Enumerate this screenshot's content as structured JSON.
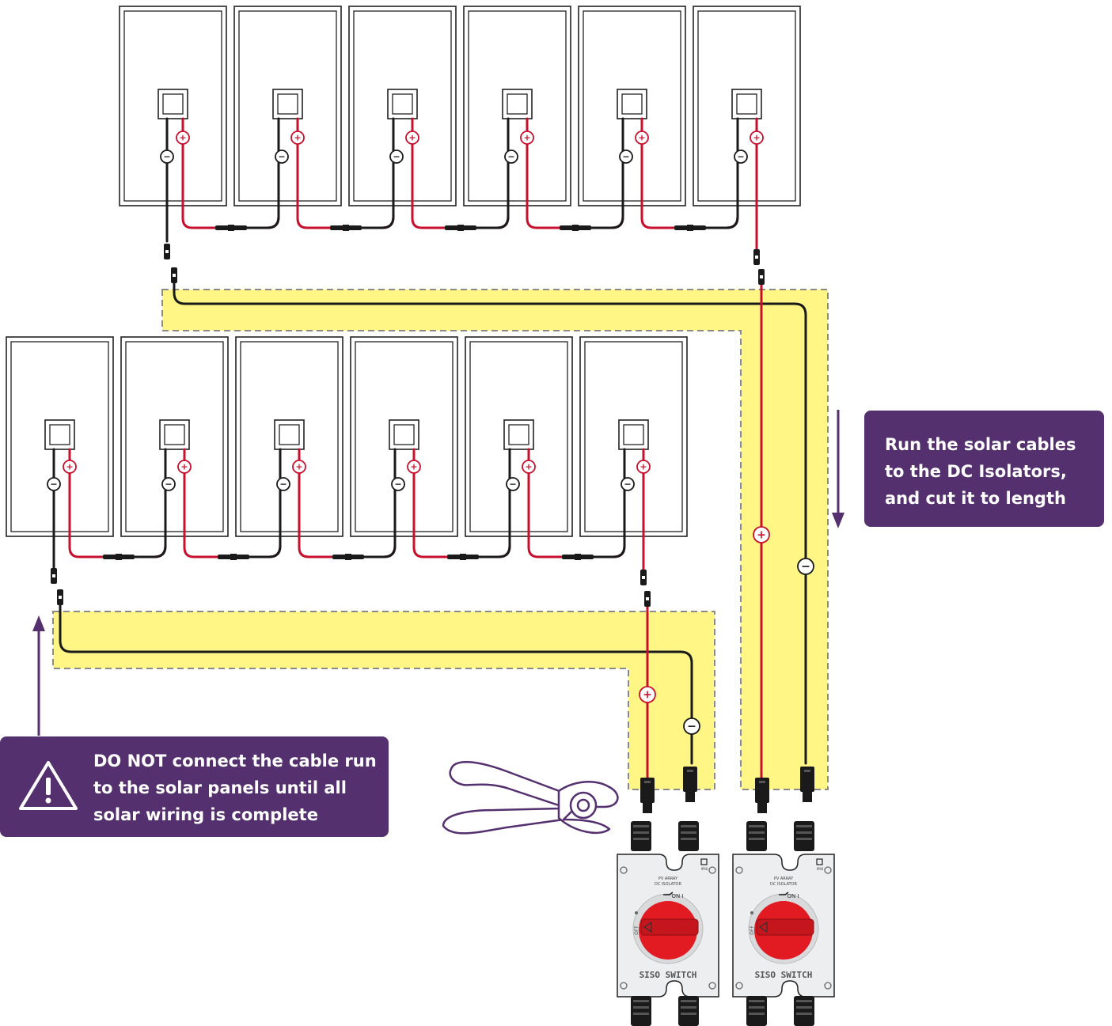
{
  "callouts": {
    "run_cables": "Run the solar cables\nto the DC Isolators,\nand cut it to length",
    "warning_bold": "DO NOT",
    "warning_rest": " connect the cable run to the solar panels until all solar wiring is complete"
  },
  "symbols": {
    "positive": "+",
    "negative": "−"
  },
  "isolator": {
    "brand": "SISO SWITCH",
    "header_line1": "PV ARRAY",
    "header_line2": "DC ISOLATOR",
    "on_label": "ON I",
    "off_label": "OFF",
    "rating": "IP66"
  },
  "colors": {
    "positive_cable": "#c8102e",
    "negative_cable": "#1a1a1a",
    "cable_route": "#fff685",
    "callout": "#54306e",
    "switch_knob": "#e21b23"
  },
  "icons": {
    "arrow": "arrow-icon",
    "warning": "warning-triangle-icon",
    "cutter": "wire-cutter-icon"
  }
}
